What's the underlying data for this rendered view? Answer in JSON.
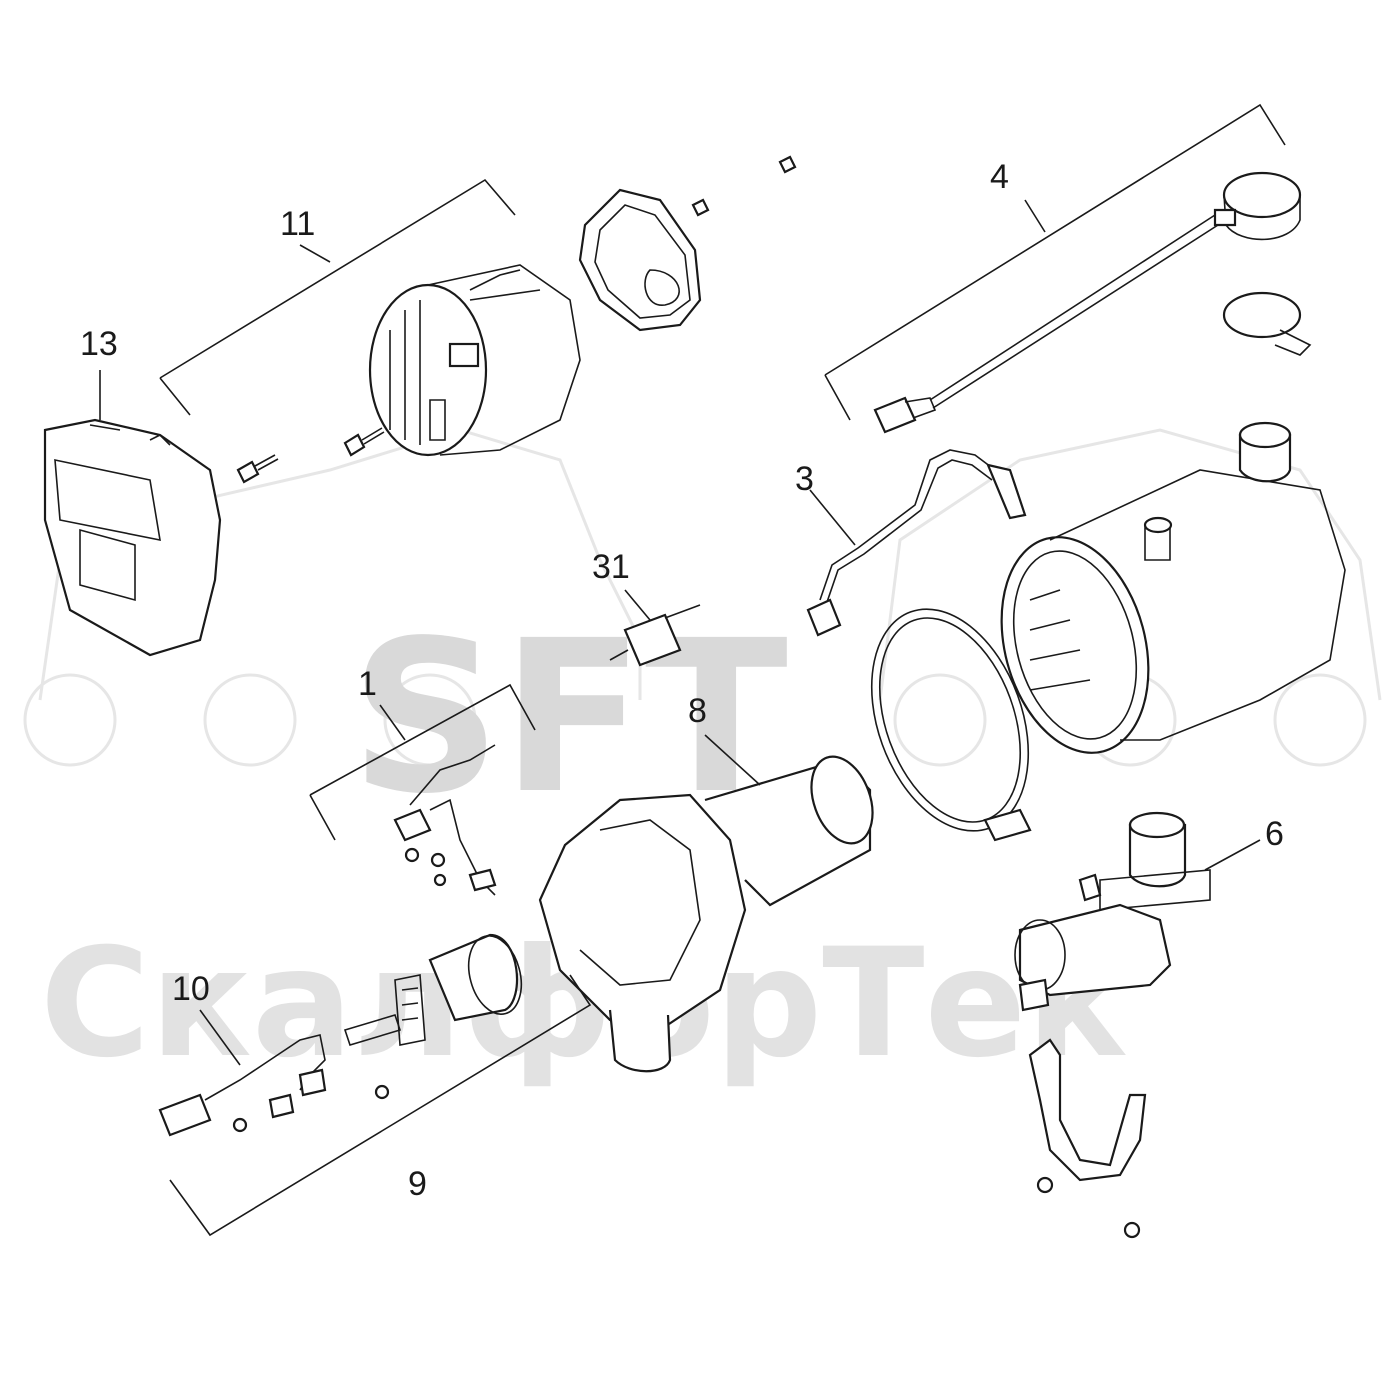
{
  "watermark": {
    "brand": "SFT",
    "company": "СкалфорТек"
  },
  "callouts": [
    {
      "id": "4",
      "label": "4"
    },
    {
      "id": "11",
      "label": "11"
    },
    {
      "id": "13",
      "label": "13"
    },
    {
      "id": "3",
      "label": "3"
    },
    {
      "id": "31",
      "label": "31"
    },
    {
      "id": "1",
      "label": "1"
    },
    {
      "id": "8",
      "label": "8"
    },
    {
      "id": "6",
      "label": "6"
    },
    {
      "id": "10",
      "label": "10"
    },
    {
      "id": "9",
      "label": "9"
    }
  ],
  "colors": {
    "line": "#1a1a1a",
    "watermark": "#d9d9d9"
  }
}
